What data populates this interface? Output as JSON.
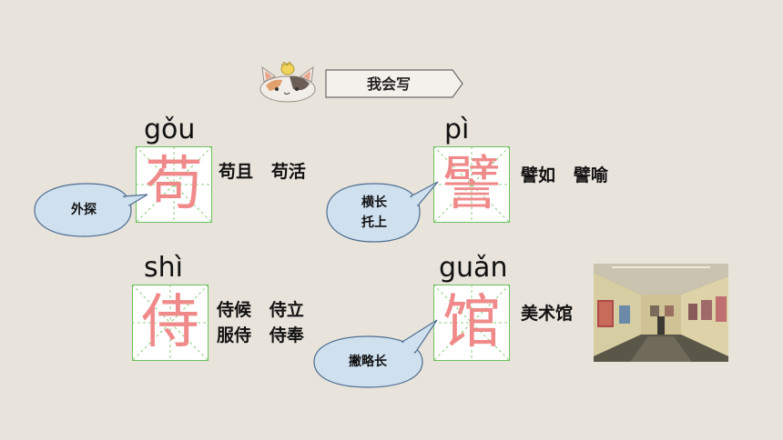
{
  "header": {
    "title": "我会写",
    "mascot_icon": "cat-mascot-icon"
  },
  "colors": {
    "background": "#e8e4dc",
    "grid_border": "#6cc05a",
    "character": "#f08a8a",
    "bubble_fill": "#cfe0ef",
    "bubble_stroke": "#4f6d8f"
  },
  "characters": [
    {
      "pinyin": "gǒu",
      "hanzi": "苟",
      "words": "苟且   苟活",
      "tip": [
        "外探"
      ]
    },
    {
      "pinyin": "pì",
      "hanzi": "譬",
      "words": "譬如   譬喻",
      "tip": [
        "横长",
        "托上"
      ]
    },
    {
      "pinyin": "shì",
      "hanzi": "侍",
      "words": [
        "侍候   侍立",
        "服侍   侍奉"
      ],
      "tip": []
    },
    {
      "pinyin": "guǎn",
      "hanzi": "馆",
      "words": "美术馆",
      "tip": [
        "撇略长"
      ]
    }
  ],
  "photo": {
    "icon": "art-gallery-photo"
  }
}
